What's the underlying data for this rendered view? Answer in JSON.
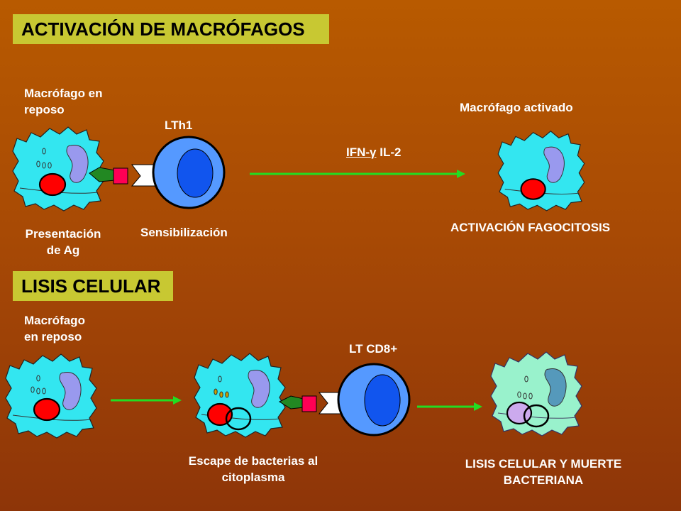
{
  "section1": {
    "title": "ACTIVACIÓN DE MACRÓFAGOS",
    "macrophage_rest_label_1": "Macrófago en",
    "macrophage_rest_label_2": "reposo",
    "lth1_label": "LTh1",
    "presentation_label_1": "Presentación",
    "presentation_label_2": "de Ag",
    "sensitization_label": "Sensibilización",
    "cytokines_label_1": "IFN-γ",
    "cytokines_label_2": " IL-2",
    "activated_label": "Macrófago activado",
    "activation_label": "ACTIVACIÓN FAGOCITOSIS"
  },
  "section2": {
    "title": "LISIS CELULAR",
    "macrophage_rest_label_1": "Macrófago",
    "macrophage_rest_label_2": "en reposo",
    "ltcd8_label": "LT CD8+",
    "escape_label_1": "Escape de bacterias al",
    "escape_label_2": "citoplasma",
    "lysis_label_1": "LISIS CELULAR Y MUERTE",
    "lysis_label_2": "BACTERIANA"
  },
  "colors": {
    "macrophage": "#33e6f0",
    "macrophage_lysed": "#99f2cc",
    "nucleus": "#9999ee",
    "bacteria": "#ff0000",
    "lymphocyte": "#5599ff",
    "arrow": "#22dd22",
    "title_box": "#c8c832"
  }
}
